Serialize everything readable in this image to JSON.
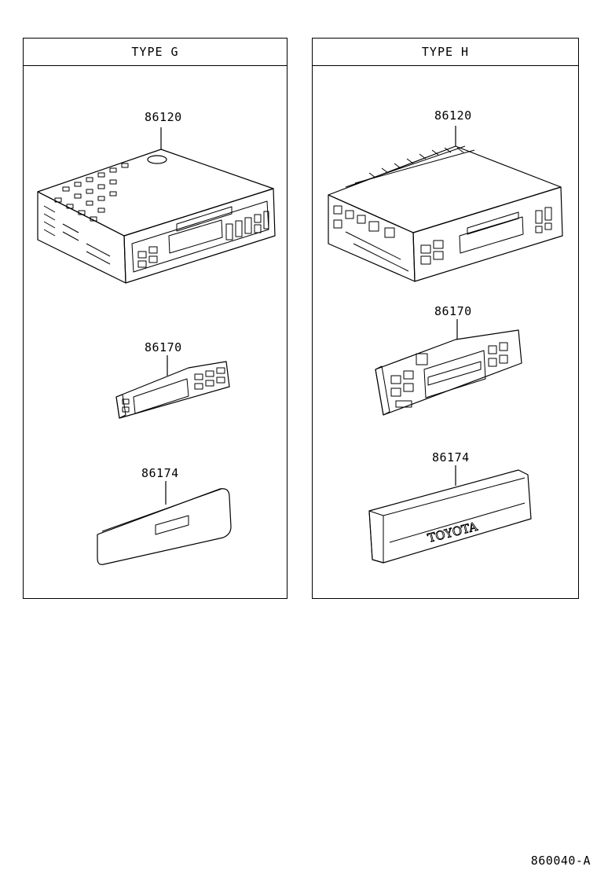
{
  "panels": {
    "type_g": {
      "title": "TYPE  G",
      "parts": [
        {
          "number": "86120"
        },
        {
          "number": "86170"
        },
        {
          "number": "86174"
        }
      ]
    },
    "type_h": {
      "title": "TYPE  H",
      "parts": [
        {
          "number": "86120"
        },
        {
          "number": "86170"
        },
        {
          "number": "86174",
          "emblem_text": "TOYOTA"
        }
      ]
    }
  },
  "footer": {
    "diagram_code": "860040-A"
  },
  "colors": {
    "line": "#000000",
    "background": "#ffffff"
  }
}
